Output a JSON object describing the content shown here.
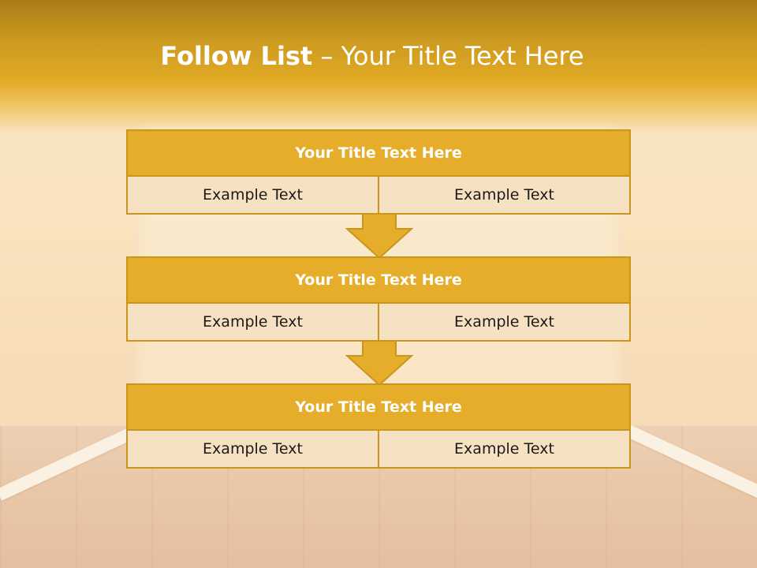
{
  "title": {
    "bold": "Follow List",
    "rest": "– Your Title Text Here"
  },
  "blocks": [
    {
      "title": "Your Title Text Here",
      "left": "Example Text",
      "right": "Example Text"
    },
    {
      "title": "Your Title Text Here",
      "left": "Example Text",
      "right": "Example Text"
    },
    {
      "title": "Your Title Text Here",
      "left": "Example Text",
      "right": "Example Text"
    }
  ],
  "colors": {
    "header": "#e5ad2a",
    "border": "#c8961d",
    "cell_bg": "#f7e1c3",
    "title_text": "#ffffff"
  }
}
